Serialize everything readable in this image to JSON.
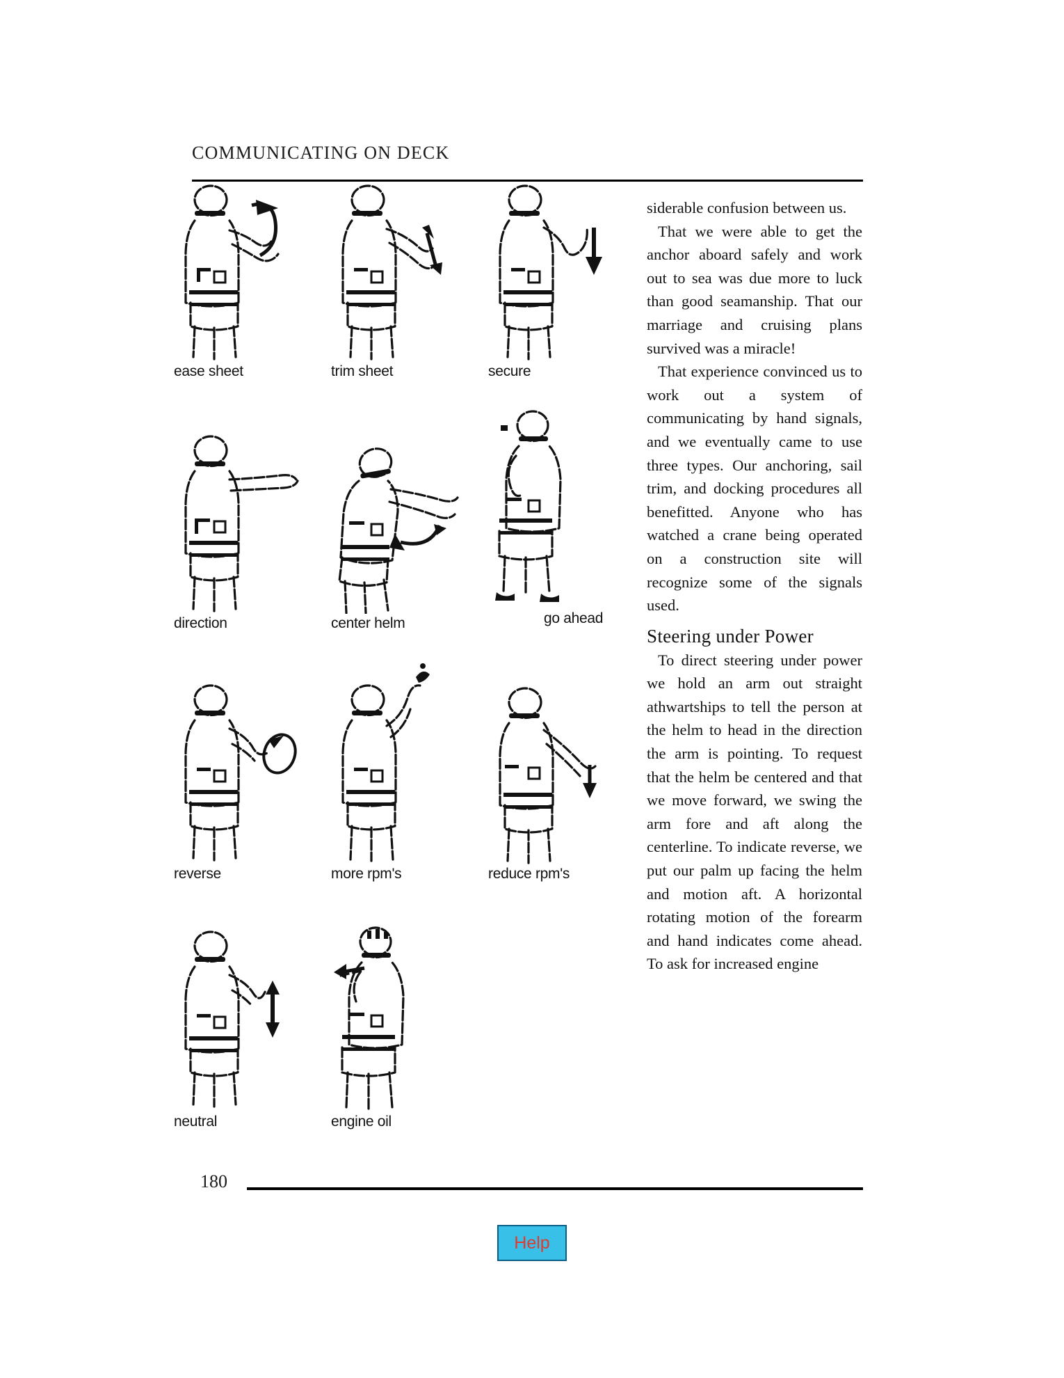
{
  "page": {
    "running_head": "COMMUNICATING ON DECK",
    "folio": "180"
  },
  "figures": [
    {
      "id": "ease-sheet",
      "caption": "ease sheet",
      "row": 1,
      "col": 1
    },
    {
      "id": "trim-sheet",
      "caption": "trim sheet",
      "row": 1,
      "col": 2
    },
    {
      "id": "secure",
      "caption": "secure",
      "row": 1,
      "col": 3
    },
    {
      "id": "direction",
      "caption": "direction",
      "row": 2,
      "col": 1
    },
    {
      "id": "center-helm",
      "caption": "center helm",
      "row": 2,
      "col": 2
    },
    {
      "id": "go-ahead",
      "caption": "go ahead",
      "row": 2,
      "col": 3
    },
    {
      "id": "reverse",
      "caption": "reverse",
      "row": 3,
      "col": 1
    },
    {
      "id": "more-rpms",
      "caption": "more rpm's",
      "row": 3,
      "col": 2
    },
    {
      "id": "reduce-rpms",
      "caption": "reduce rpm's",
      "row": 3,
      "col": 3
    },
    {
      "id": "neutral",
      "caption": "neutral",
      "row": 4,
      "col": 1
    },
    {
      "id": "engine-oil",
      "caption": "engine oil",
      "row": 4,
      "col": 2
    }
  ],
  "body": {
    "para_1": "siderable confusion between us.",
    "para_2": "That we were able to get the anchor aboard safely and work out to sea was due more to luck than good seamanship. That our marriage and cruising plans survived was a miracle!",
    "para_3": "That experience convinced us to work out a system of communicating by hand signals, and we eventually came to use three types. Our anchoring, sail trim, and docking procedures all benefitted. Anyone who has watched a crane being operated on a construction site will recognize some of the signals used.",
    "heading": "Steering under Power",
    "para_4": "To direct steering under power we hold an arm out straight athwartships to tell the person at the helm to head in the direction the arm is pointing. To request that the helm be centered and that we move forward, we swing the arm fore and aft along the centerline. To indicate reverse, we put our palm up facing the helm and motion aft. A horizontal rotating motion of the forearm and hand indicates come ahead. To ask for increased engine"
  },
  "toolbar": {
    "help_label": "Help"
  },
  "colors": {
    "help_fill": "#38c0e8",
    "help_text": "#e23a2e",
    "help_border": "#0b5e86",
    "ink": "#111111"
  }
}
